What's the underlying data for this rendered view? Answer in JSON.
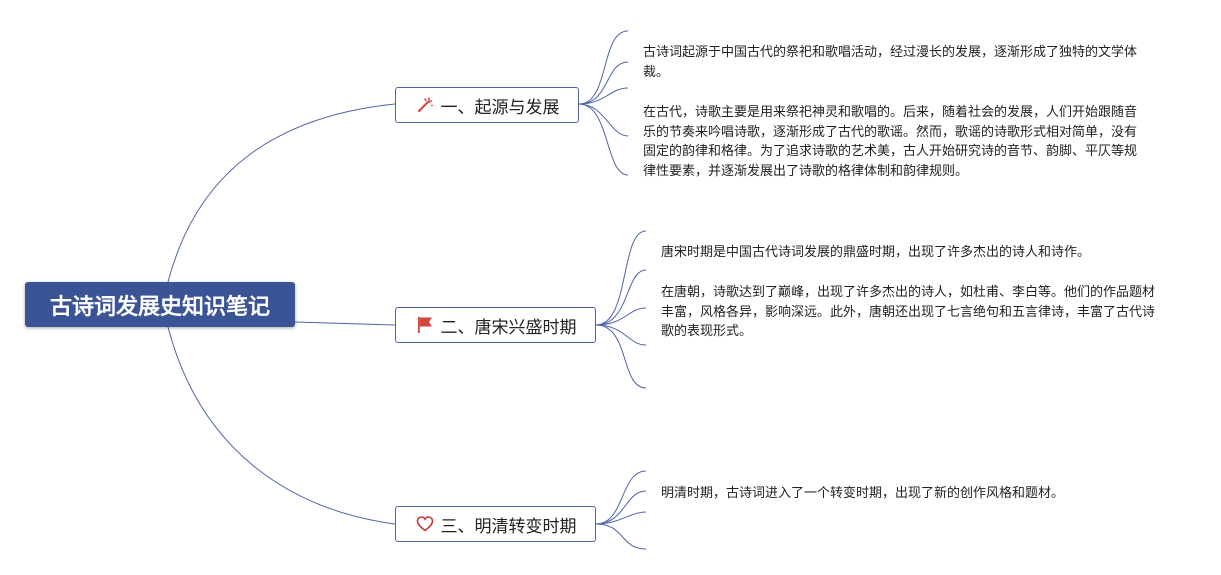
{
  "colors": {
    "root_bg": "#3b5496",
    "topic_border": "#4f64a8",
    "line": "#4f64a8",
    "icon_red": "#d4453a",
    "heart_red": "#c93a3a"
  },
  "root": {
    "title": "古诗词发展史知识笔记"
  },
  "topics": [
    {
      "icon": "magic-wand-icon",
      "label": "一、起源与发展",
      "notes": [
        "古诗词起源于中国古代的祭祀和歌唱活动，经过漫长的发展，逐渐形成了独特的文学体裁。",
        "在古代，诗歌主要是用来祭祀神灵和歌唱的。后来，随着社会的发展，人们开始跟随音乐的节奏来吟唱诗歌，逐渐形成了古代的歌谣。然而，歌谣的诗歌形式相对简单，没有固定的韵律和格律。为了追求诗歌的艺术美，古人开始研究诗的音节、韵脚、平仄等规律性要素，并逐渐发展出了诗歌的格律体制和韵律规则。"
      ]
    },
    {
      "icon": "red-flag-icon",
      "label": "二、唐宋兴盛时期",
      "notes": [
        "唐宋时期是中国古代诗词发展的鼎盛时期，出现了许多杰出的诗人和诗作。",
        "在唐朝，诗歌达到了巅峰，出现了许多杰出的诗人，如杜甫、李白等。他们的作品题材丰富，风格各异，影响深远。此外，唐朝还出现了七言绝句和五言律诗，丰富了古代诗歌的表现形式。"
      ]
    },
    {
      "icon": "heart-icon",
      "label": "三、明清转变时期",
      "notes": [
        "明清时期，古诗词进入了一个转变时期，出现了新的创作风格和题材。"
      ]
    }
  ]
}
